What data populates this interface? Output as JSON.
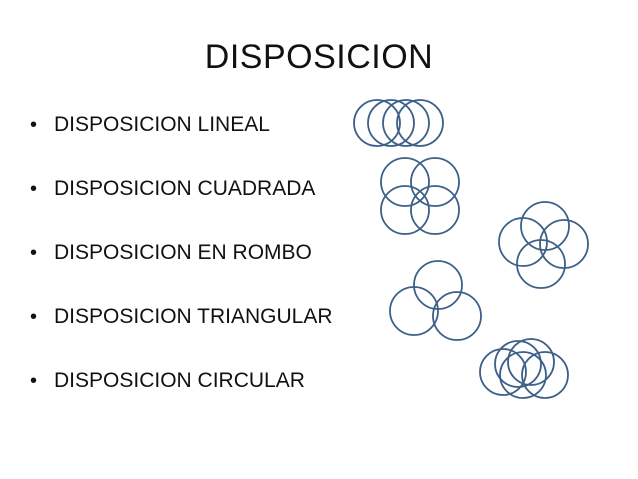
{
  "slide": {
    "title": "DISPOSICION",
    "bullets": [
      {
        "label": "DISPOSICION LINEAL",
        "arrangement": "lineal"
      },
      {
        "label": "DISPOSICION CUADRADA",
        "arrangement": "cuadrada"
      },
      {
        "label": "DISPOSICION EN ROMBO",
        "arrangement": "rombo"
      },
      {
        "label": "DISPOSICION TRIANGULAR",
        "arrangement": "triangular"
      },
      {
        "label": "DISPOSICION CIRCULAR",
        "arrangement": "circular"
      }
    ]
  },
  "colors": {
    "circle_stroke": "#3d6088",
    "text": "#111111",
    "background": "#ffffff"
  }
}
